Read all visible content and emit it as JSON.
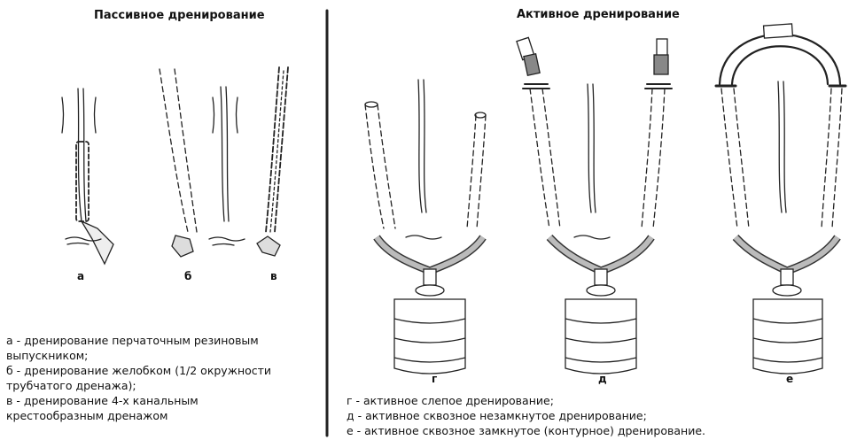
{
  "titles": {
    "passive": "Пассивное дренирование",
    "active": "Активное дренирование"
  },
  "letters": {
    "a": "а",
    "b": "б",
    "v": "в",
    "g": "г",
    "d": "д",
    "e": "е"
  },
  "legend_left": [
    "а - дренирование перчаточным резиновым",
    "выпускником;",
    "б - дренирование желобком (1/2 окружности",
    "трубчатого дренажа);",
    "в - дренирование 4-х канальным",
    "крестообразным дренажом"
  ],
  "legend_right": [
    "г - активное слепое дренирование;",
    "д - активное сквозное незамкнутое дренирование;",
    "е - активное сквозное замкнутое (контурное) дренирование."
  ]
}
